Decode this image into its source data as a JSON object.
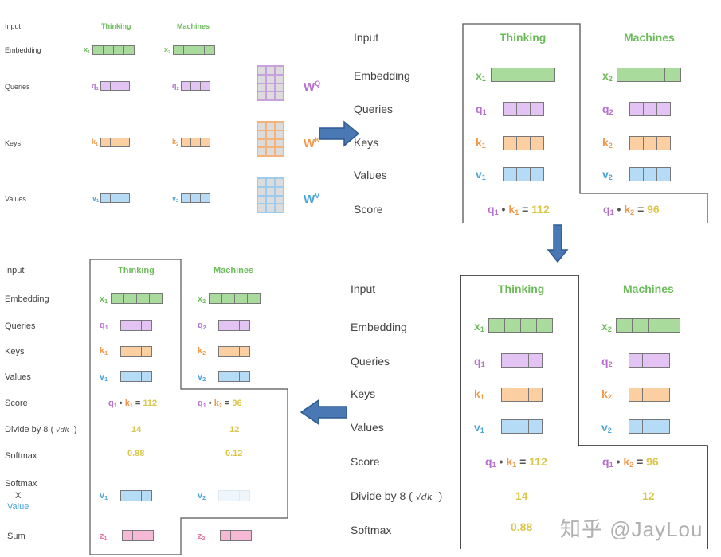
{
  "rows": {
    "input": "Input",
    "embedding": "Embedding",
    "queries": "Queries",
    "keys": "Keys",
    "values": "Values",
    "score": "Score",
    "divide": "Divide by 8 (",
    "divide_sqrt": "√dk",
    "divide_close": ")",
    "softmax": "Softmax",
    "softmax_x_value_1": "Softmax",
    "softmax_x_value_2": "X",
    "softmax_x_value_3": "Value",
    "sum": "Sum"
  },
  "words": [
    "Thinking",
    "Machines"
  ],
  "symbols": {
    "x1": "x",
    "x2": "x",
    "q1": "q",
    "q2": "q",
    "k1": "k",
    "k2": "k",
    "v1": "v",
    "v2": "v",
    "z1": "z",
    "z2": "z",
    "sub1": "1",
    "sub2": "2"
  },
  "weights": {
    "wq": {
      "base": "W",
      "sup": "Q"
    },
    "wk": {
      "base": "W",
      "sup": "K"
    },
    "wv": {
      "base": "W",
      "sup": "V"
    }
  },
  "scores": {
    "bullet": "•",
    "eq": "=",
    "score1": "112",
    "score2": "96",
    "div1": "14",
    "div2": "12",
    "soft1": "0.88",
    "soft2": "0.12"
  },
  "colors": {
    "word": "#6cbb5a",
    "embedding": "#a9dc9c",
    "query": "#e3c3f3",
    "key": "#fbcfa2",
    "value": "#b6dbf7",
    "sum": "#f6b9d5",
    "score_number": "#d9c64a",
    "arrow": "#3e6ea8"
  },
  "watermark": "知乎 @JayLou"
}
